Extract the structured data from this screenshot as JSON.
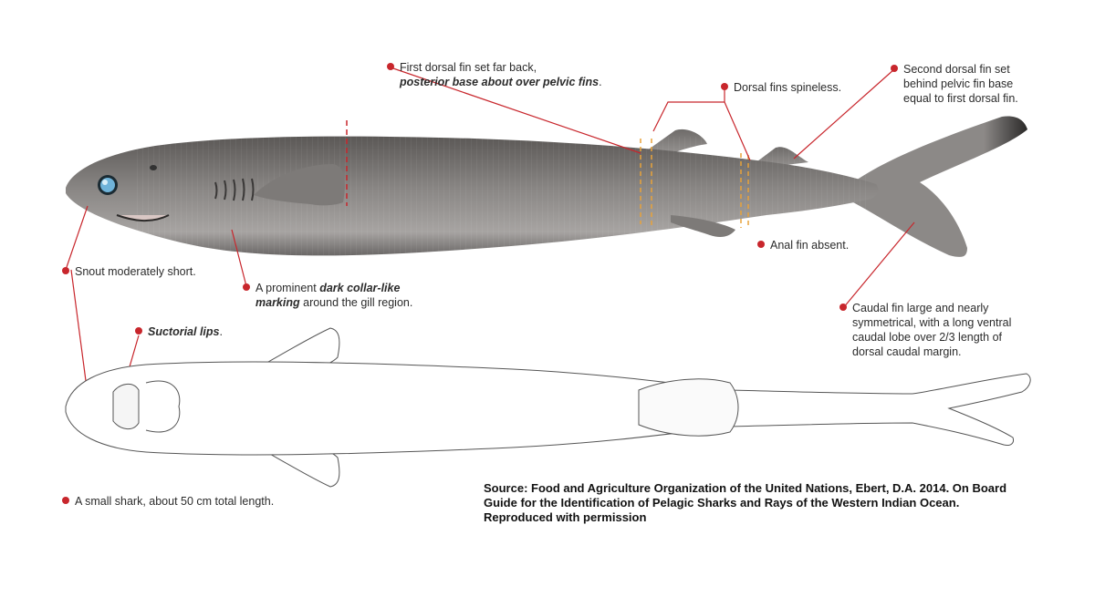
{
  "annotations": {
    "first_dorsal_a": "First dorsal fin set far back,",
    "first_dorsal_b": "posterior base about over pelvic fins",
    "first_dorsal_c": ".",
    "dorsal_spineless": "Dorsal fins spineless.",
    "second_dorsal_l1": "Second dorsal fin set",
    "second_dorsal_l2": "behind pelvic fin base",
    "second_dorsal_l3": "equal to first dorsal fin.",
    "snout": "Snout moderately short.",
    "collar_a": "A prominent ",
    "collar_b": "dark collar-like",
    "collar_c": "marking",
    "collar_d": " around the gill region.",
    "anal_fin": "Anal fin absent.",
    "caudal_l1": "Caudal fin large and nearly",
    "caudal_l2": "symmetrical, with a long ventral",
    "caudal_l3": "caudal lobe over 2/3 length of",
    "caudal_l4": "dorsal caudal margin.",
    "lips_a": "Suctorial lips",
    "lips_b": ".",
    "size": "A small shark, about 50 cm total length."
  },
  "source": "Source: Food and Agriculture Organization of the United Nations, Ebert, D.A. 2014. On Board Guide for the Identification of Pelagic Sharks and Rays of the Western Indian Ocean. Reproduced with permission",
  "colors": {
    "marker": "#c8262c",
    "leader_line": "#c8262c",
    "guide_dashed": "#e8a23a",
    "shark_body": "#7a7775",
    "shark_eye": "#6fb3d9"
  }
}
